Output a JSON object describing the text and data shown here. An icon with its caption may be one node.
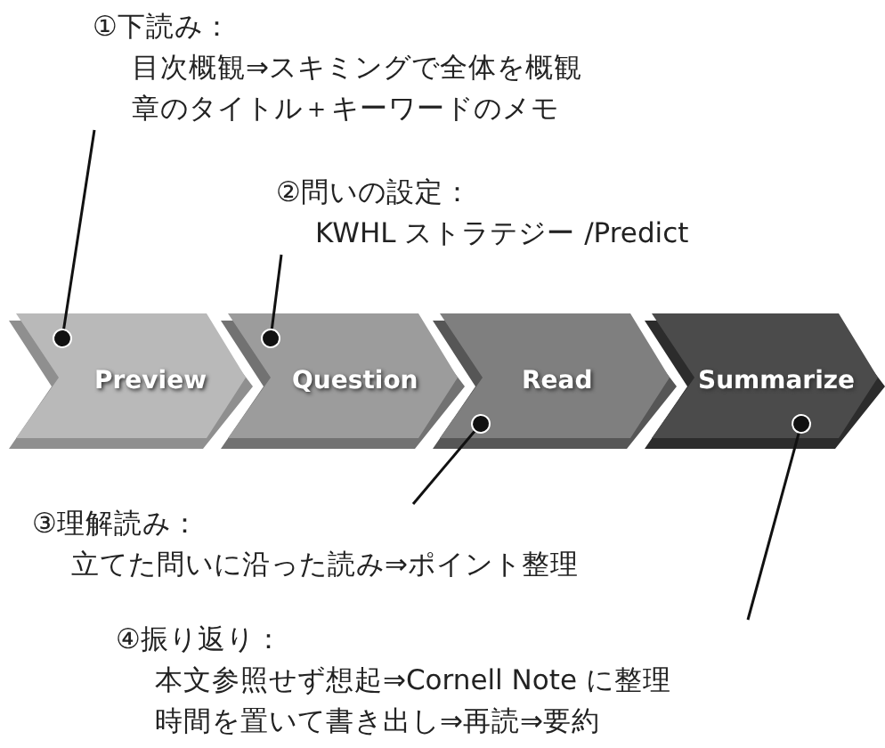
{
  "diagram": {
    "nodes": [
      {
        "text": [
          "①下読み：",
          "目次概観⇒スキミングで全体を概観",
          "章のタイトル＋キーワードのメモ"
        ]
      },
      {
        "text": [
          "②問いの設定：",
          "KWHL ストラテジー /Predict"
        ]
      },
      {
        "text": [
          "Preview"
        ]
      },
      {
        "text": [
          "Question"
        ]
      },
      {
        "text": [
          "Read"
        ]
      },
      {
        "text": [
          "Summarize"
        ]
      },
      {
        "text": [
          "③理解読み：",
          "立てた問いに沿った読み⇒ポイント整理"
        ]
      },
      {
        "text": [
          "④振り返り：",
          "本文参照せず想起⇒Cornell Note に整理",
          "時間を置いて書き出し⇒再読⇒要約"
        ]
      }
    ],
    "edges": [
      {
        "from": 0,
        "to": 2,
        "arrow": "other"
      },
      {
        "from": 1,
        "to": 3,
        "arrow": "other"
      },
      {
        "from": 6,
        "to": 4,
        "arrow": "other"
      },
      {
        "from": 7,
        "to": 5,
        "arrow": "other"
      }
    ]
  }
}
